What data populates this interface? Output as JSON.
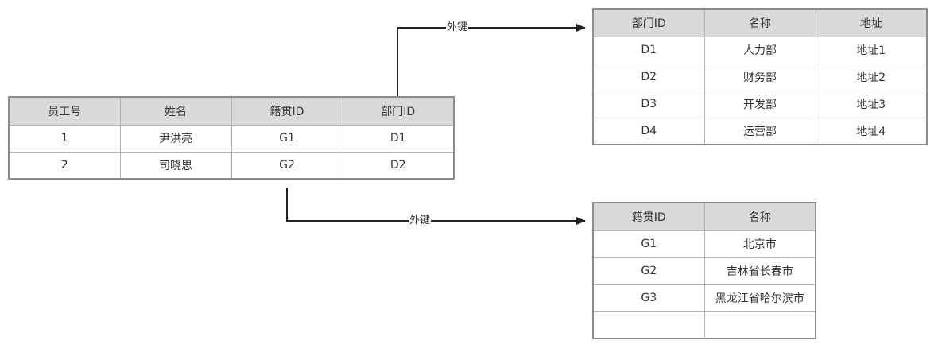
{
  "employee_table": {
    "headers": [
      "员工号",
      "姓名",
      "籍贯ID",
      "部门ID"
    ],
    "rows": [
      [
        "1",
        "尹洪亮",
        "G1",
        "D1"
      ],
      [
        "2",
        "司晓思",
        "G2",
        "D2"
      ]
    ]
  },
  "department_table": {
    "headers": [
      "部门ID",
      "名称",
      "地址"
    ],
    "rows": [
      [
        "D1",
        "人力部",
        "地址1"
      ],
      [
        "D2",
        "财务部",
        "地址2"
      ],
      [
        "D3",
        "开发部",
        "地址3"
      ],
      [
        "D4",
        "运营部",
        "地址4"
      ]
    ]
  },
  "origin_table": {
    "headers": [
      "籍贯ID",
      "名称"
    ],
    "rows": [
      [
        "G1",
        "北京市"
      ],
      [
        "G2",
        "吉林省长春市"
      ],
      [
        "G3",
        "黑龙江省哈尔滨市"
      ],
      [
        "",
        ""
      ]
    ]
  },
  "connectors": {
    "dept_label": "外键",
    "origin_label": "外键"
  }
}
